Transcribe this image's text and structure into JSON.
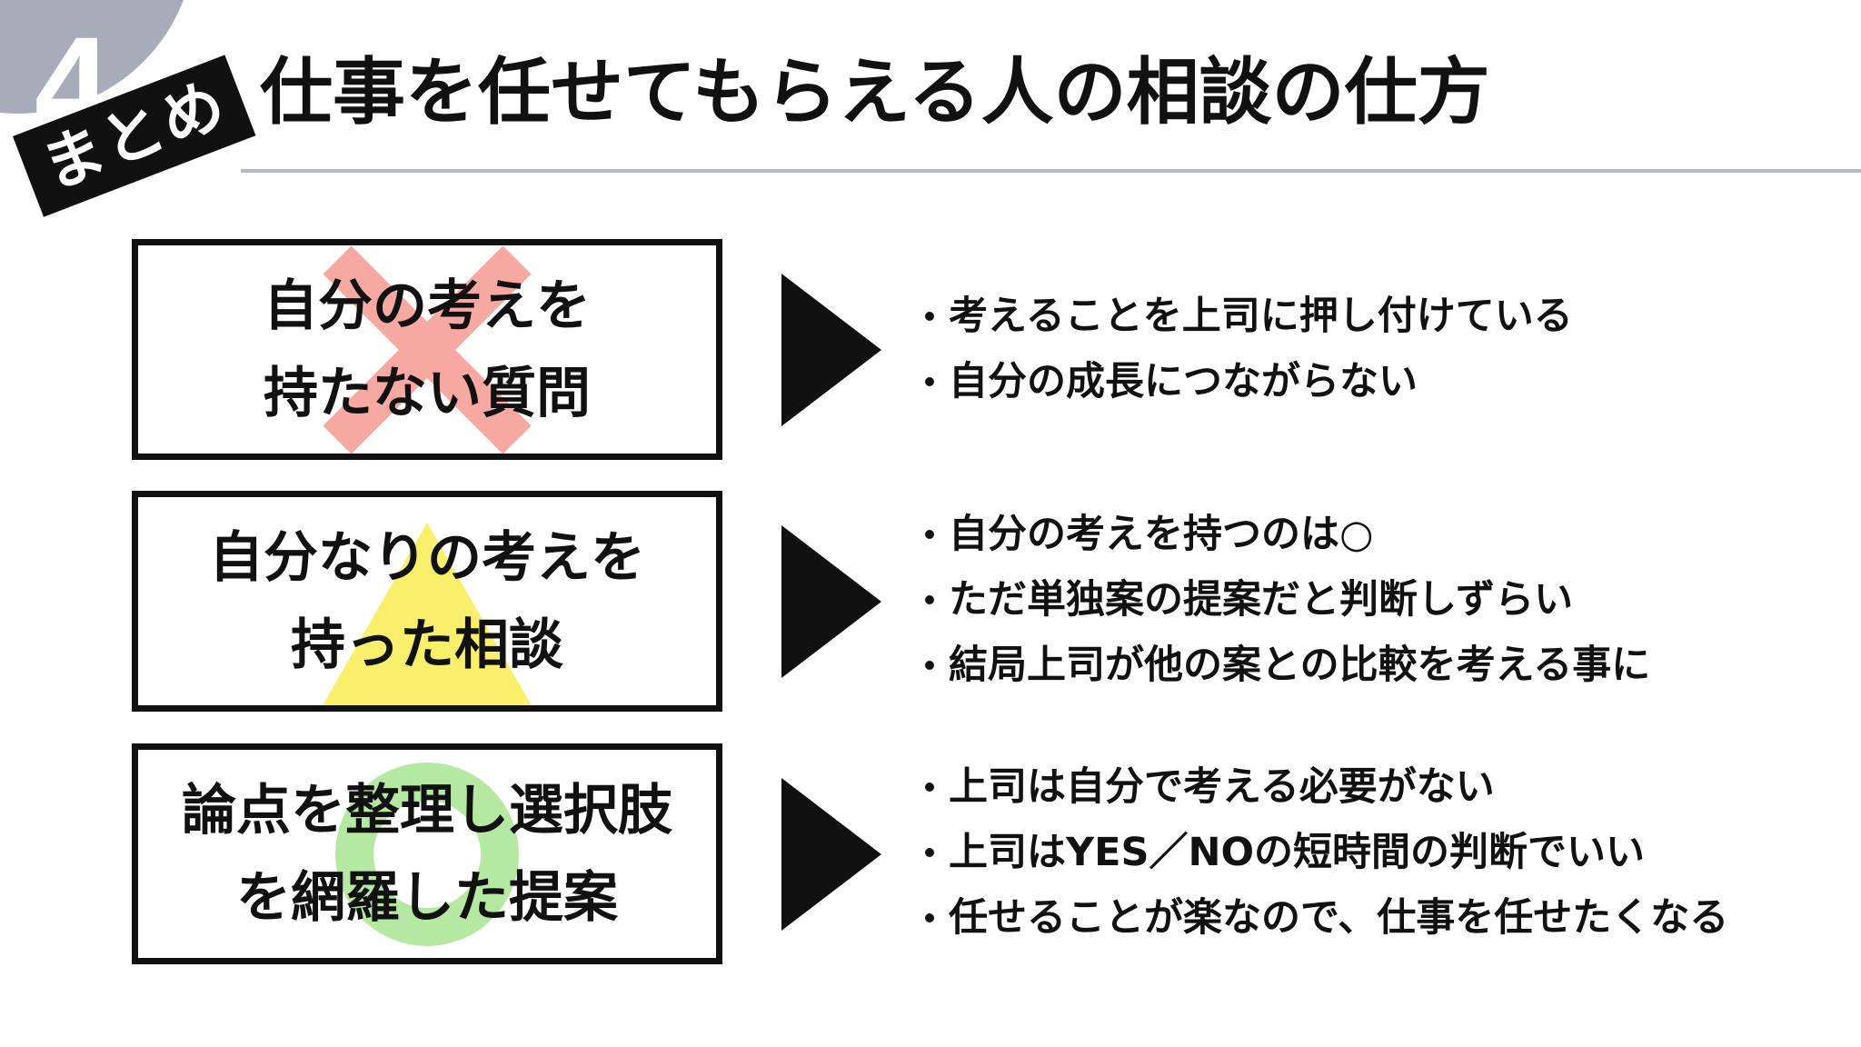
{
  "section": {
    "number": "4",
    "badge": "まとめ",
    "accent_color": "#a7abba"
  },
  "header": {
    "title": "仕事を任せてもらえる人の相談の仕方"
  },
  "rows": [
    {
      "mark_icon": "cross-mark",
      "mark_color": "#f7a8a0",
      "box_lines": [
        "自分の考えを",
        "持たない質問"
      ],
      "bullets": [
        "考えることを上司に押し付けている",
        "自分の成長につながらない"
      ]
    },
    {
      "mark_icon": "triangle-mark",
      "mark_color": "#f9ef6a",
      "box_lines": [
        "自分なりの考えを",
        "持った相談"
      ],
      "bullets": [
        "自分の考えを持つのは○",
        "ただ単独案の提案だと判断しずらい",
        "結局上司が他の案との比較を考える事に"
      ]
    },
    {
      "mark_icon": "circle-mark",
      "mark_color": "#b5e8a0",
      "box_lines": [
        "論点を整理し選択肢",
        "を網羅した提案"
      ],
      "bullets": [
        "上司は自分で考える必要がない",
        "上司はYES／NOの短時間の判断でいい",
        "任せることが楽なので、仕事を任せたくなる"
      ]
    }
  ]
}
